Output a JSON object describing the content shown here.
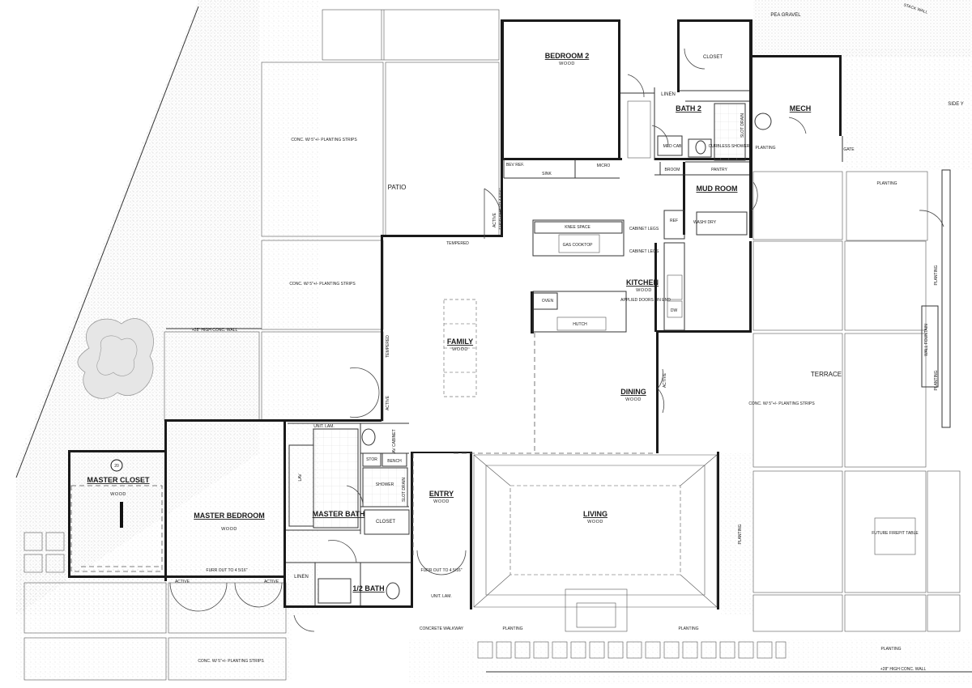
{
  "rooms": {
    "bedroom2": {
      "name": "BEDROOM 2",
      "floor": "WOOD"
    },
    "closet_b2": {
      "name": "CLOSET"
    },
    "linen_top": {
      "name": "LINEN"
    },
    "bath2": {
      "name": "BATH 2"
    },
    "mech": {
      "name": "MECH"
    },
    "mud_room": {
      "name": "MUD ROOM"
    },
    "kitchen": {
      "name": "KITCHEN",
      "floor": "WOOD"
    },
    "family": {
      "name": "FAMILY",
      "floor": "WOOD"
    },
    "dining": {
      "name": "DINING",
      "floor": "WOOD"
    },
    "living": {
      "name": "LIVING",
      "floor": "WOOD"
    },
    "entry": {
      "name": "ENTRY",
      "floor": "WOOD"
    },
    "master_bedroom": {
      "name": "MASTER BEDROOM",
      "floor": "WOOD"
    },
    "master_closet": {
      "name": "MASTER CLOSET",
      "floor": "WOOD"
    },
    "master_bath": {
      "name": "MASTER BATH"
    },
    "half_bath": {
      "name": "1/2 BATH"
    },
    "closet_mb": {
      "name": "CLOSET"
    },
    "linen_bottom": {
      "name": "LINEN"
    },
    "patio": {
      "name": "PATIO"
    },
    "terrace": {
      "name": "TERRACE"
    }
  },
  "notes": {
    "pea_gravel": "PEA GRAVEL",
    "stack_wall": "STACK WALL",
    "side": "SIDE Y",
    "conc_strips": "CONC. W/ 5\"+/- PLANTING STRIPS",
    "high_wall": "+28\" HIGH CONC. WALL",
    "tempered": "TEMPERED",
    "active": "ACTIVE",
    "planting": "PLANTING",
    "bev_ref": "BEV REF.",
    "sink": "SINK",
    "micro": "MICRO",
    "broom": "BROOM",
    "pantry": "PANTRY",
    "med_cab": "MED CAB",
    "curbless_shower": "CURBLESS SHOWER",
    "slot_drain": "SLOT DRAIN",
    "knee_space": "KNEE SPACE",
    "gas_cooktop": "GAS COOKTOP",
    "cabinet_legs": "CABINET LEGS",
    "applied_doors": "APPLIED DOORS ON END",
    "oven": "OVEN",
    "hutch": "HUTCH",
    "ref": "REF",
    "dw": "DW",
    "wash_dry": "WASH/ DRY",
    "furr_out": "FURR OUT TO 4 5/16\"",
    "unit_lam": "UNIT. LAM.",
    "lav": "LAV",
    "shower": "SHOWER",
    "bench": "BENCH",
    "stor": "STOR",
    "concrete_walkway": "CONCRETE WALKWAY",
    "future_firepit": "FUTURE FIREPIT TABLE",
    "wall_fountain": "WALL FOUNTAIN",
    "gate": "GATE",
    "av_cabinet": "AV CABINET",
    "closet_marker": "20"
  }
}
